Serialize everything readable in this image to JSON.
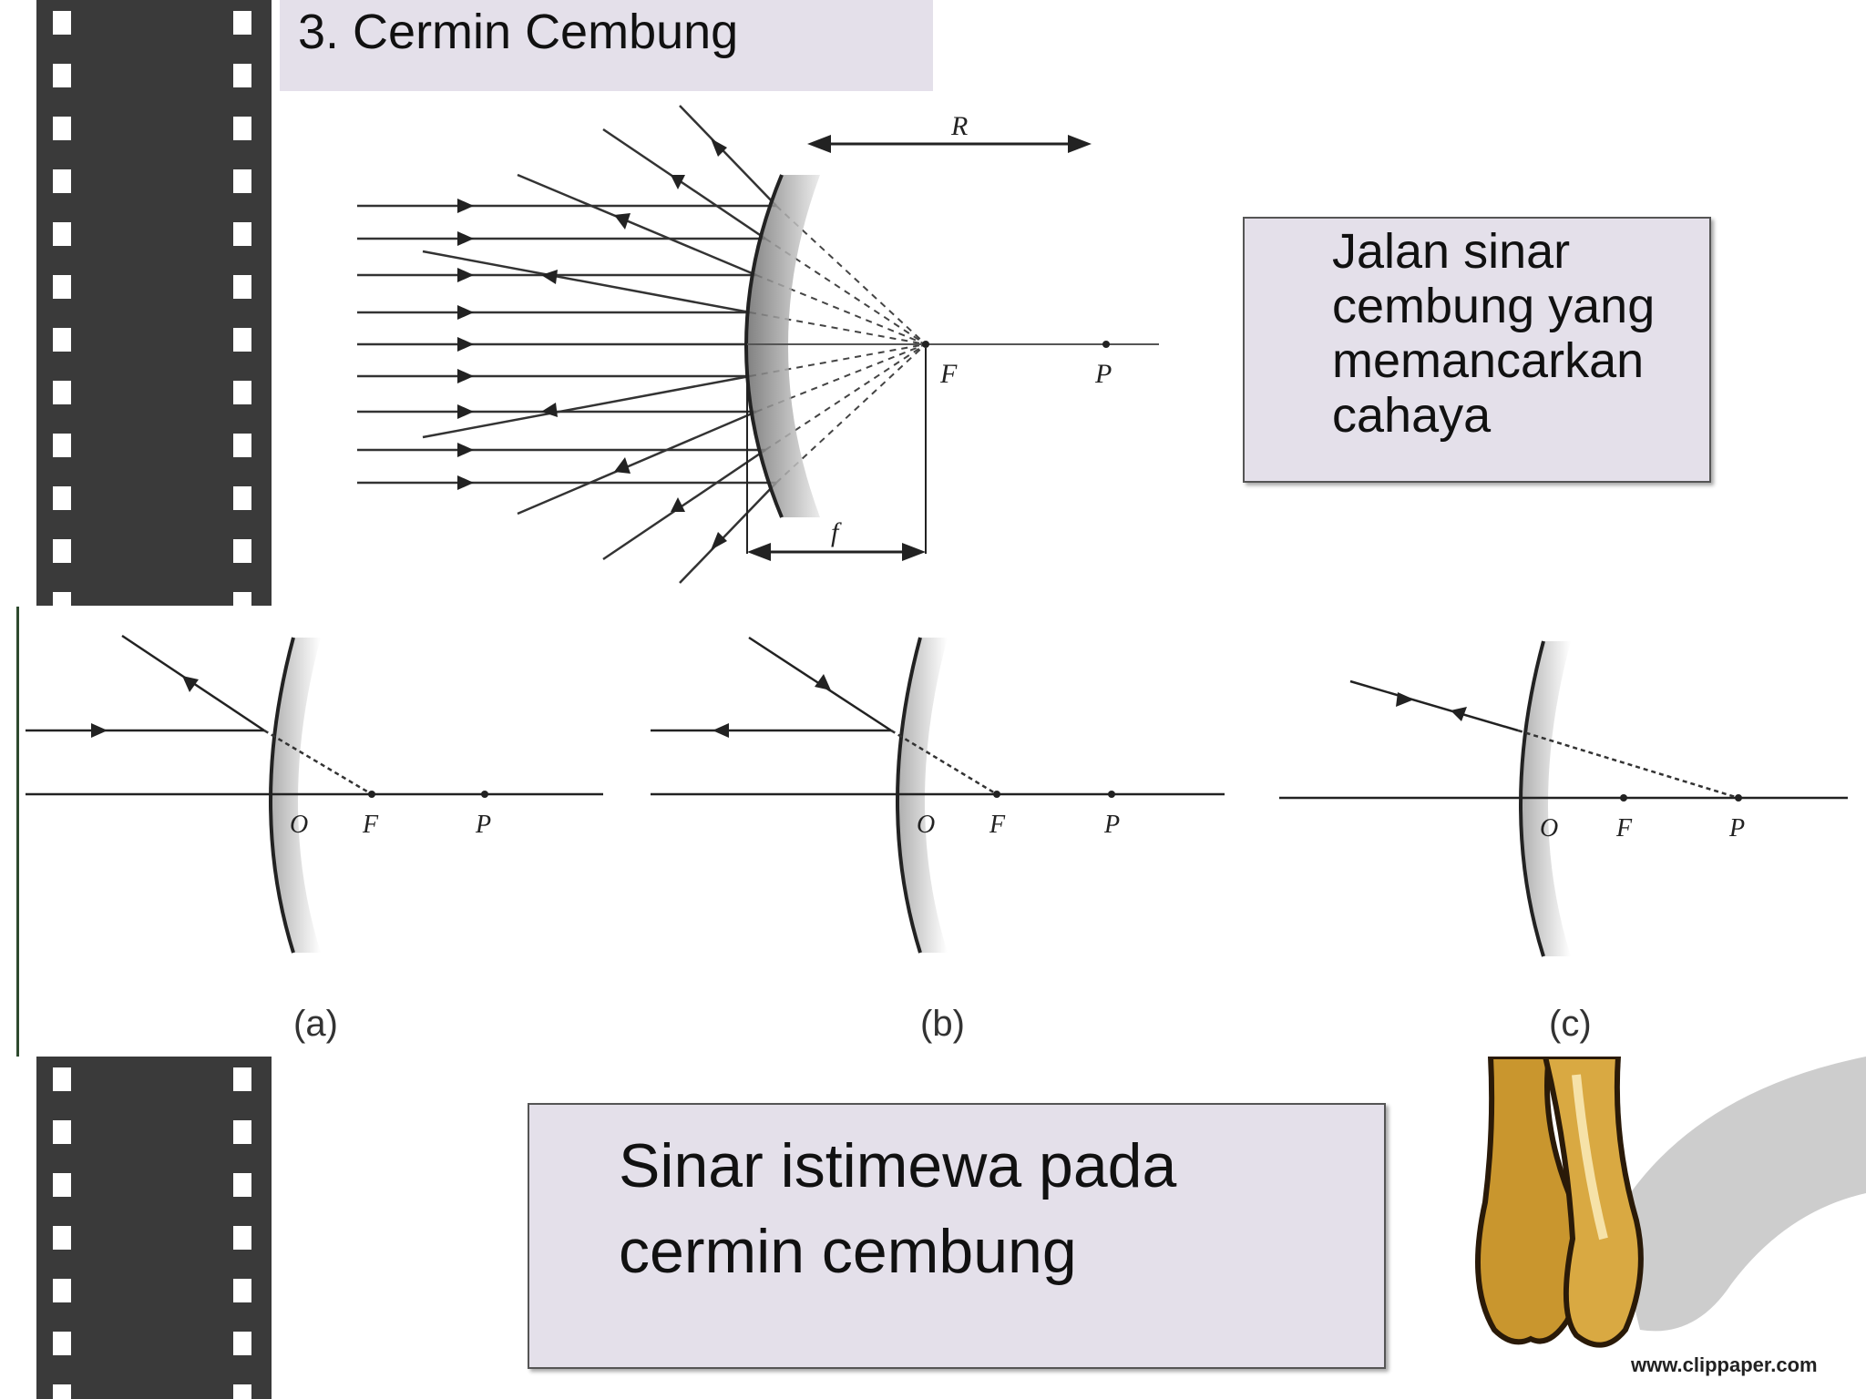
{
  "title": "3. Cermin Cembung",
  "callout_top": "Jalan sinar cembung yang memancarkan cahaya",
  "callout_bottom": "Sinar istimewa pada cermin cembung",
  "main_diagram": {
    "label_R": "R",
    "label_F": "F",
    "label_P": "P",
    "label_f": "f"
  },
  "panels": [
    {
      "label_O": "O",
      "label_F": "F",
      "label_P": "P",
      "caption": "(a)"
    },
    {
      "label_O": "O",
      "label_F": "F",
      "label_P": "P",
      "caption": "(b)"
    },
    {
      "label_O": "O",
      "label_F": "F",
      "label_P": "P",
      "caption": "(c)"
    }
  ],
  "watermark": "www.clippaper.com",
  "colors": {
    "film": "#3a3a3a",
    "box": "#e4e0ea",
    "bowling_pin": "#c9962e"
  }
}
